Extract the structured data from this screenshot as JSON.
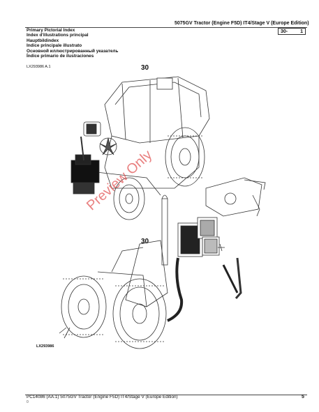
{
  "header": {
    "title": "5075GV Tractor (Engine F5D) IT4/Stage V (Europe Edition)",
    "section": "30-",
    "page": "1"
  },
  "index_titles": [
    "Primary Pictorial Index",
    "Index d'illustrations principal",
    "Hauptbildindex",
    "Indice principale illustrato",
    "Основной иллюстрированный указатель",
    "Índice primario de ilustraciones"
  ],
  "figure": {
    "ref_top": "LX293986 A.1",
    "callout_top": "30",
    "callout_mid": "30",
    "ref_bottom": "LX293986"
  },
  "watermark": "Preview Only",
  "footer": {
    "text": "PC14086   (AA.1)   5075GV Tractor (Engine F5D) IT4/Stage V (Europe Edition)",
    "page_number": "5",
    "sub": "0"
  }
}
